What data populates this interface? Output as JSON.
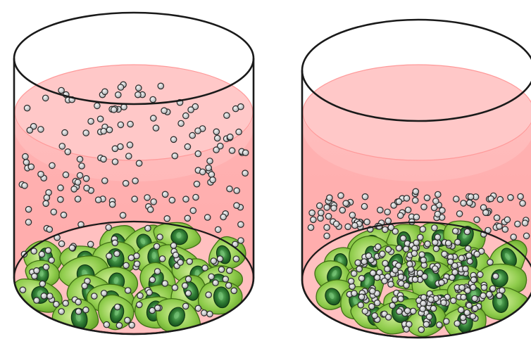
{
  "figure": {
    "left_container": {
      "particle_distribution": "dispersed",
      "contents": [
        "medium",
        "cells",
        "particles"
      ]
    },
    "right_container": {
      "particle_distribution": "settled",
      "contents": [
        "medium",
        "cells",
        "particles"
      ]
    }
  },
  "colors": {
    "medium": "#ffb3b3",
    "medium_deep": "#ff9d9d",
    "medium_surface": "#ffc8c8",
    "cell_fill": "#7dc242",
    "cell_light": "#c6e78c",
    "cell_outline": "#3f6f14",
    "nucleus": "#1f5a24",
    "nucleus_highlight": "#7cc97c",
    "particle_fill": "#c9ccce",
    "particle_outline": "#2a2a2a",
    "rim": "#1a1a1a"
  }
}
